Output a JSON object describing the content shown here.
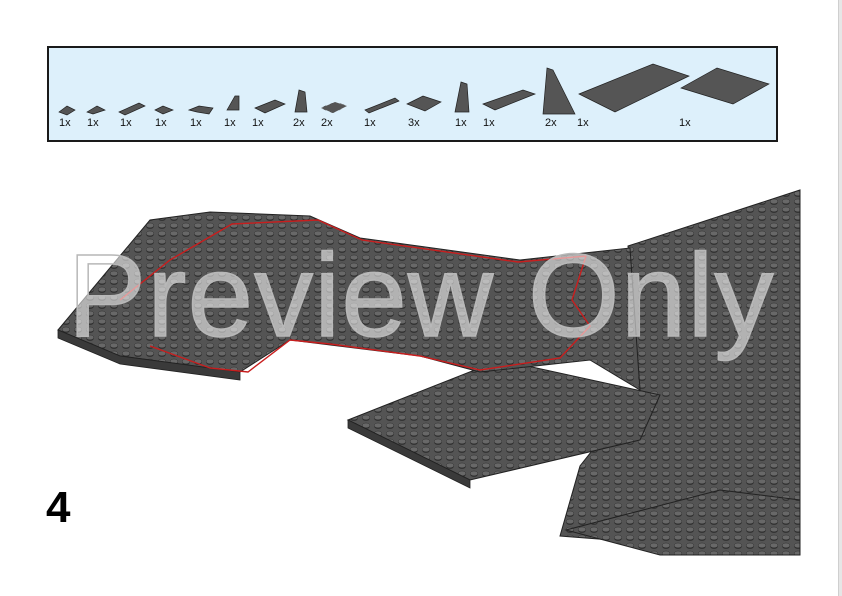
{
  "parts_list": {
    "items": [
      {
        "qty": "1x",
        "shape": "wedge-small"
      },
      {
        "qty": "1x",
        "shape": "wedge-small"
      },
      {
        "qty": "1x",
        "shape": "plate-1x2"
      },
      {
        "qty": "1x",
        "shape": "wedge-small"
      },
      {
        "qty": "1x",
        "shape": "wedge-small"
      },
      {
        "qty": "1x",
        "shape": "slope-tall"
      },
      {
        "qty": "1x",
        "shape": "tile-2x2"
      },
      {
        "qty": "2x",
        "shape": "slope-tall"
      },
      {
        "qty": "2x",
        "shape": "plate-2x2"
      },
      {
        "qty": "1x",
        "shape": "plate-1x4"
      },
      {
        "qty": "3x",
        "shape": "plate-2x3"
      },
      {
        "qty": "1x",
        "shape": "slope-tall"
      },
      {
        "qty": "1x",
        "shape": "plate-2x6"
      },
      {
        "qty": "2x",
        "shape": "wedge-long"
      },
      {
        "qty": "1x",
        "shape": "plate-6x12"
      },
      {
        "qty": "1x",
        "shape": "plate-6x8"
      }
    ]
  },
  "step": {
    "number": "4"
  },
  "watermark": {
    "text": "Preview Only"
  },
  "colors": {
    "brick": "#545454",
    "brick_dark": "#3a3a3a",
    "highlight": "#c81e1e",
    "panel_bg": "#ddf0fb"
  }
}
